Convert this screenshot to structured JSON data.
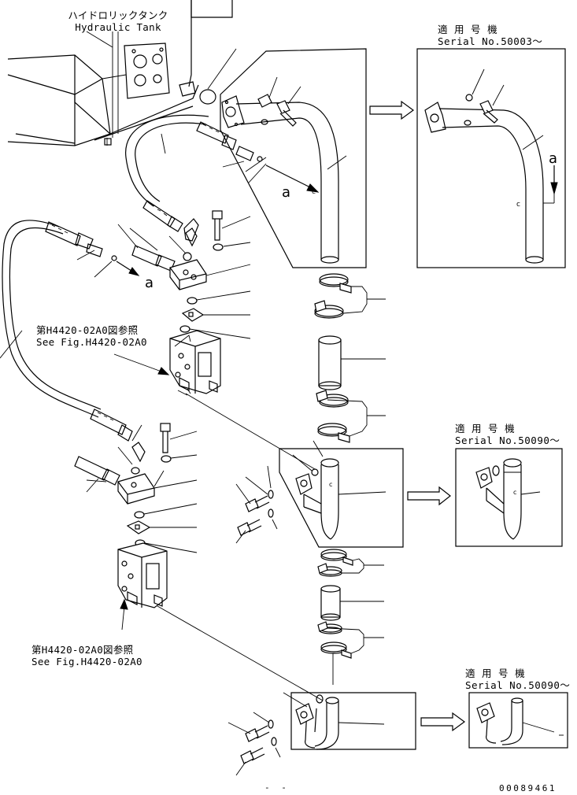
{
  "labels": {
    "hydraulic_tank_jp": "ハイドロリックタンク",
    "hydraulic_tank_en": "Hydraulic Tank",
    "see_fig_upper_jp": "第H4420-02A0図参照",
    "see_fig_upper_en": "See Fig.H4420-02A0",
    "see_fig_lower_jp": "第H4420-02A0図参照",
    "see_fig_lower_en": "See Fig.H4420-02A0"
  },
  "serials": [
    {
      "jp": "適 用 号 機",
      "en": "Serial No.50003～"
    },
    {
      "jp": "適 用 号 機",
      "en": "Serial No.50090～"
    },
    {
      "jp": "適 用 号 機",
      "en": "Serial No.50090～"
    }
  ],
  "callout_letter": "a",
  "drawing_number": "00089461",
  "page_mark": "- -"
}
